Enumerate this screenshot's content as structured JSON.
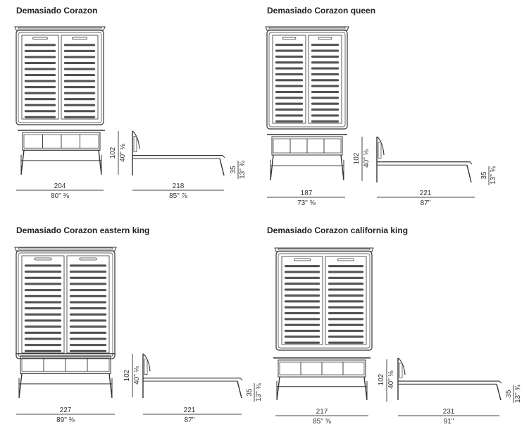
{
  "panels": [
    {
      "title": "Demasiado Corazon",
      "front_width_cm": "204",
      "front_width_in": "80\" ⅜",
      "height_cm": "102",
      "height_in": "40\" ⅛",
      "length_cm": "218",
      "length_in": "85\" ⅞",
      "frame_height_cm": "35",
      "frame_height_in": "13\" ¾"
    },
    {
      "title": "Demasiado Corazon queen",
      "front_width_cm": "187",
      "front_width_in": "73\" ⅝",
      "height_cm": "102",
      "height_in": "40\" ⅛",
      "length_cm": "221",
      "length_in": "87\"",
      "frame_height_cm": "35",
      "frame_height_in": "13\" ¾"
    },
    {
      "title": "Demasiado Corazon eastern king",
      "front_width_cm": "227",
      "front_width_in": "89\" ⅜",
      "height_cm": "102",
      "height_in": "40\" ⅛",
      "length_cm": "221",
      "length_in": "87\"",
      "frame_height_cm": "35",
      "frame_height_in": "13\" ¾"
    },
    {
      "title": "Demasiado Corazon california king",
      "front_width_cm": "217",
      "front_width_in": "85\" ⅜",
      "height_cm": "102",
      "height_in": "40\" ⅛",
      "length_cm": "231",
      "length_in": "91\"",
      "frame_height_cm": "35",
      "frame_height_in": "13\" ¾"
    }
  ]
}
